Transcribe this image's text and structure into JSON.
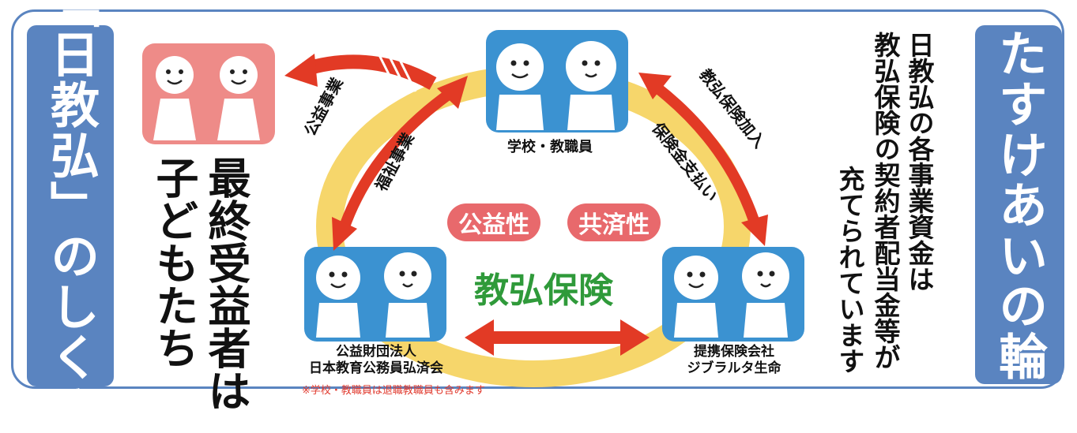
{
  "left_panel": {
    "title": "「日教弘」のしくみ"
  },
  "beneficiaries": {
    "title": "最終受益者は",
    "subtitle": "子どもたち"
  },
  "right_panel": {
    "title": "たすけあいの輪"
  },
  "right_note": {
    "line1": "日教弘の各事業資金は",
    "line2": "教弘保険の契約者配当金等が",
    "line3": "充てられています"
  },
  "nodes": {
    "school": {
      "caption": "学校・教職員"
    },
    "foundation": {
      "caption_line1": "公益財団法人",
      "caption_line2": "日本教育公務員弘済会"
    },
    "insurer": {
      "caption_line1": "提携保険会社",
      "caption_line2": "ジブラルタ生命"
    }
  },
  "flows": {
    "public_business": "公益事業",
    "welfare_business": "福祉事業",
    "insurance_enroll": "教弘保険加入",
    "insurance_payout": "保険金支払い"
  },
  "badges": {
    "public_interest": "公益性",
    "mutual_aid": "共済性"
  },
  "center_title": "教弘保険",
  "footnote": "※学校・教職員は退職教職員も含みます",
  "colors": {
    "panel_blue": "#5a84c0",
    "ring_yellow": "#f6d66b",
    "arrow_red": "#e23a25",
    "node_blue": "#3b92d1",
    "beneficiary_pink": "#ee8b88",
    "badge_red": "#e8696c",
    "title_green": "#2f9a3a"
  }
}
